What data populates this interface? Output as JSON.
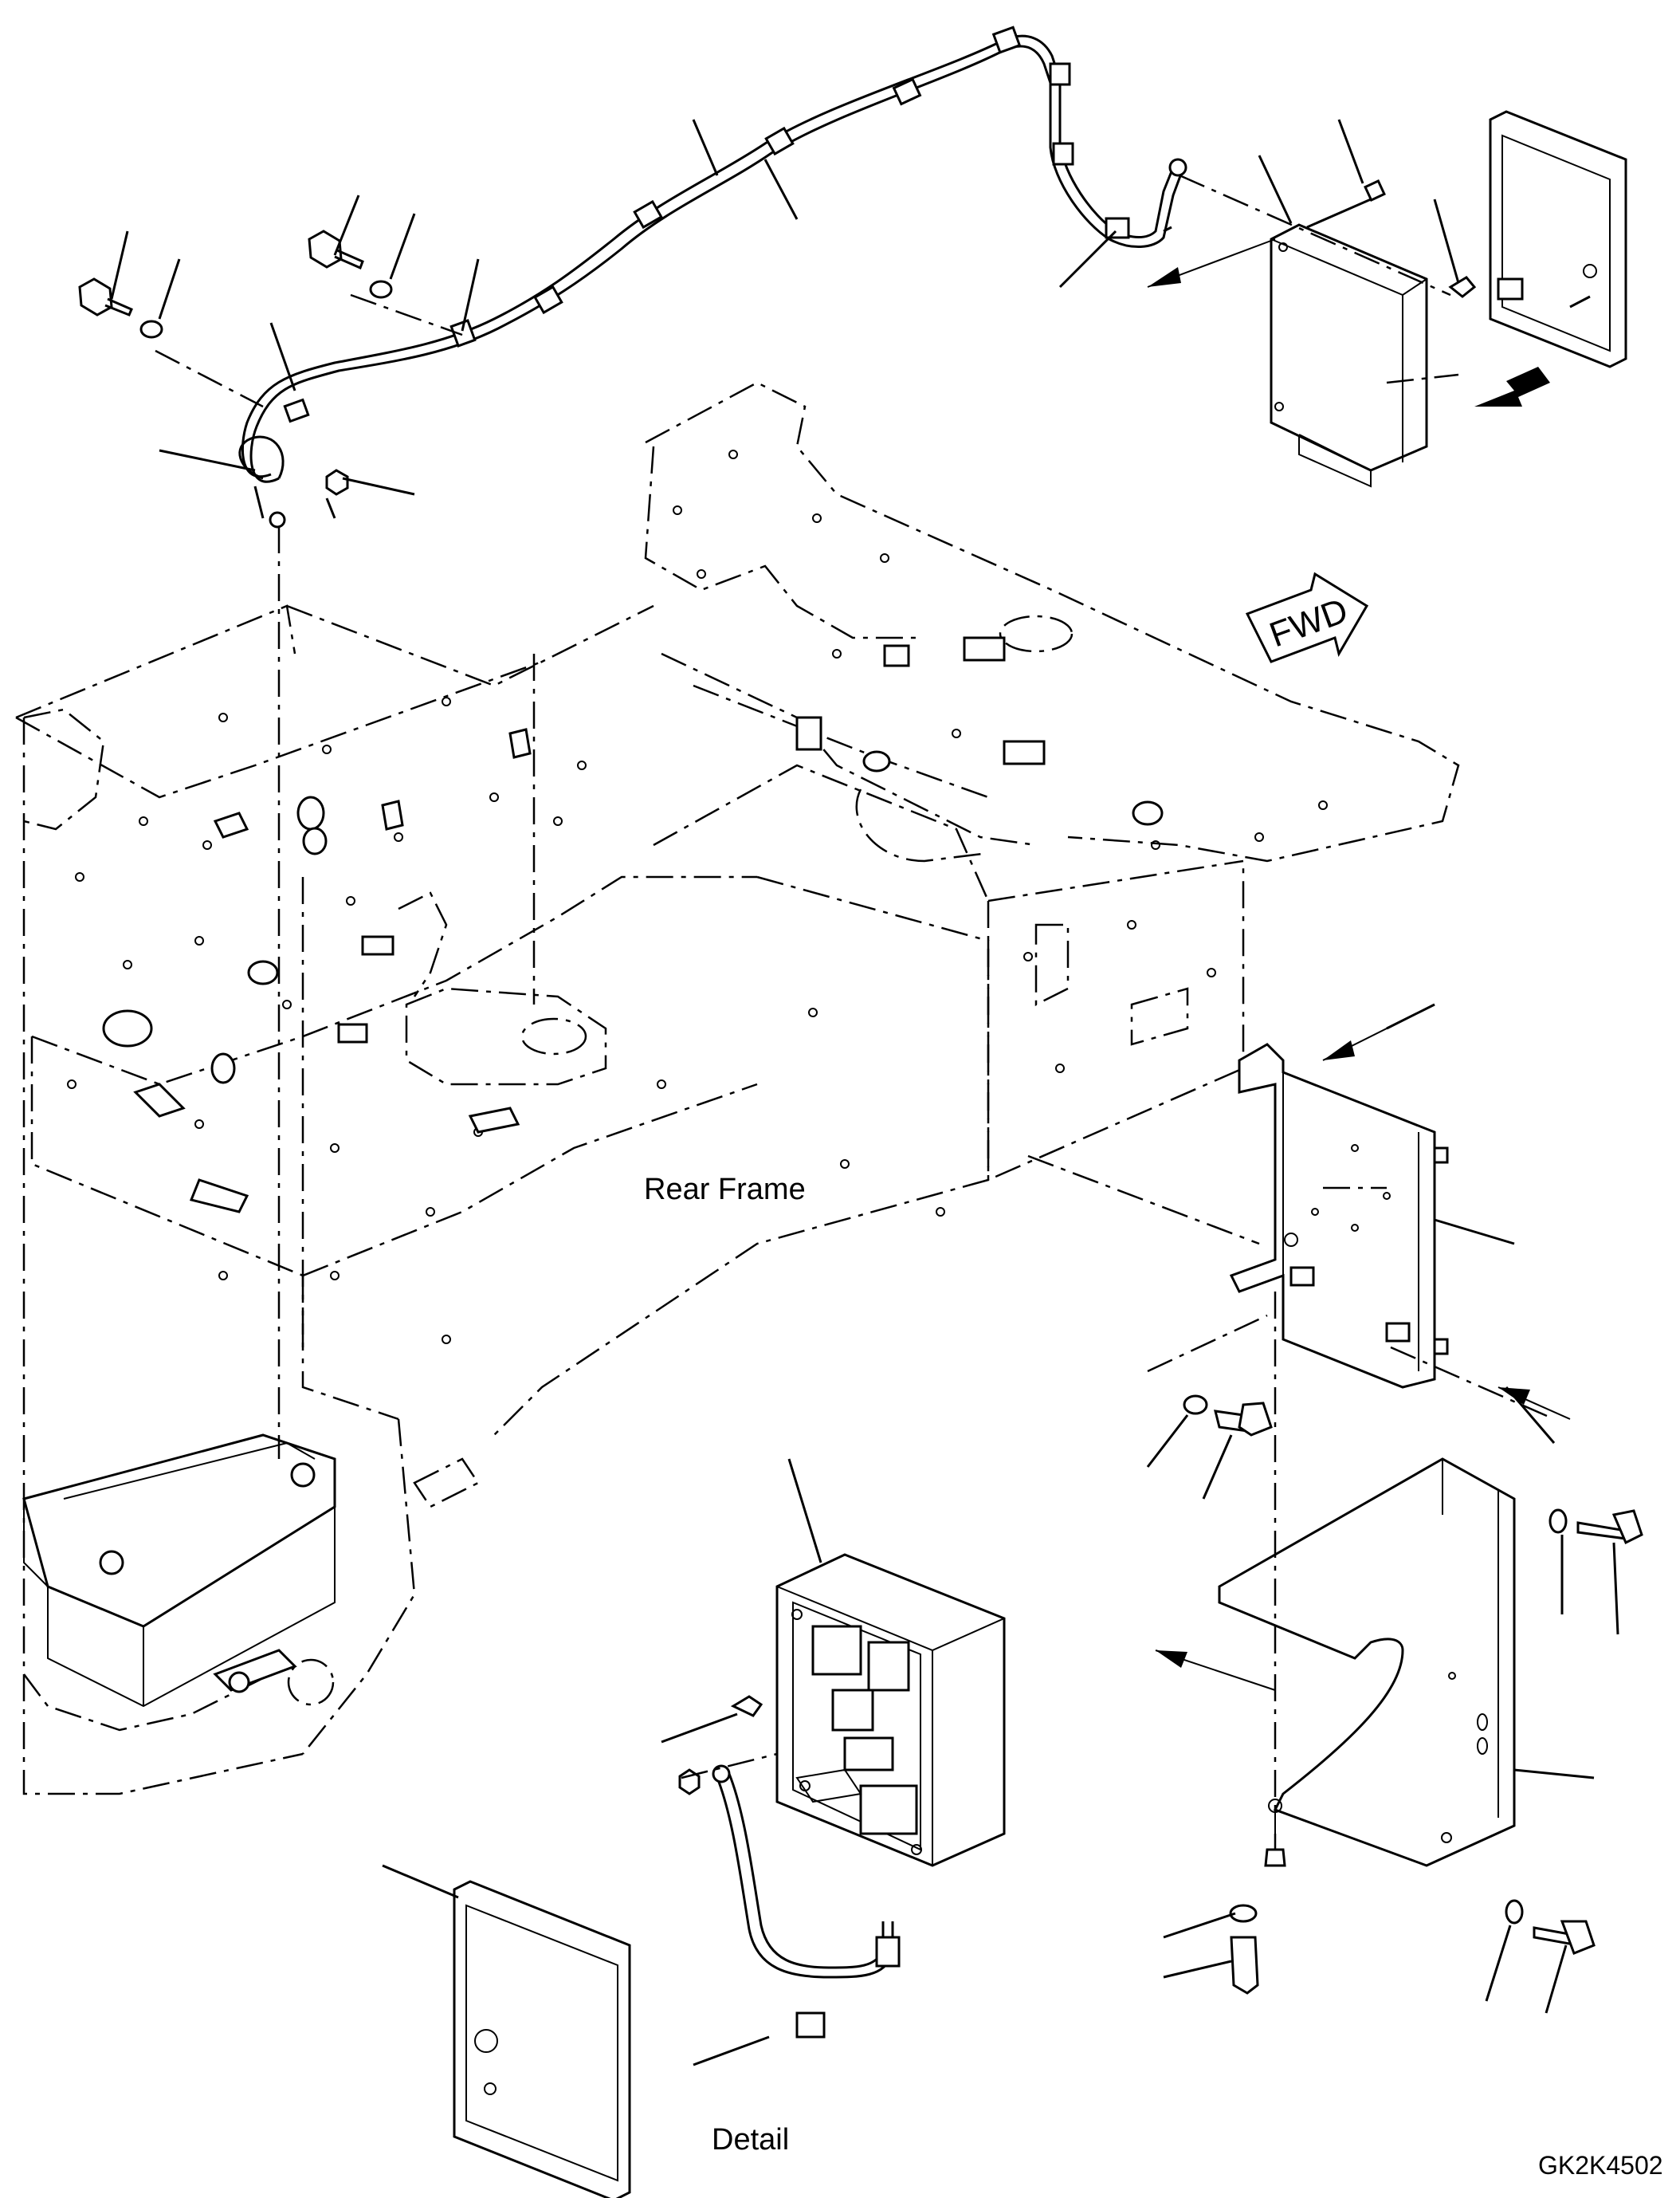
{
  "diagram": {
    "labels": {
      "rear_frame": "Rear Frame",
      "detail": "Detail",
      "drawing_code": "GK2K4502",
      "fwd": "FWD"
    }
  }
}
